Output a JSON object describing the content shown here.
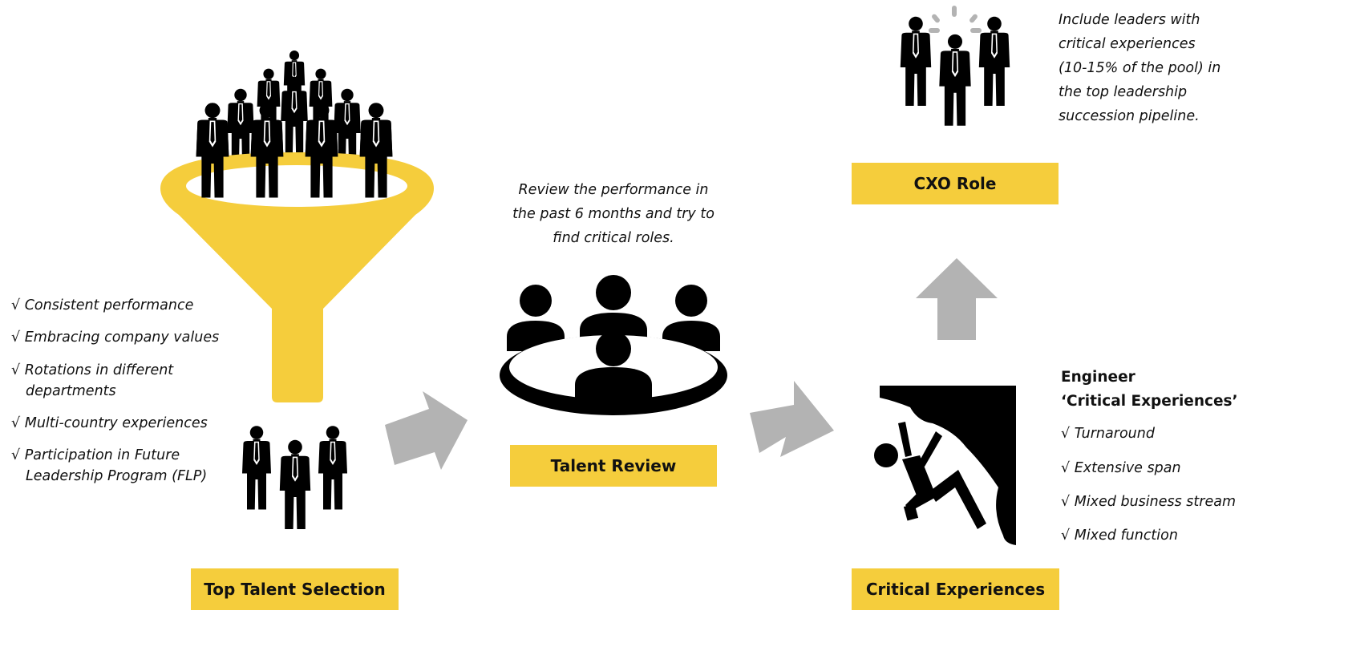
{
  "stages": {
    "top_talent": {
      "label": "Top Talent Selection"
    },
    "talent_review": {
      "label": "Talent Review",
      "note_lines": [
        "Review the performance in",
        "the past 6 months and try to",
        "find critical roles."
      ]
    },
    "critical_experiences": {
      "label": "Critical Experiences"
    },
    "cxo_role": {
      "label": "CXO Role",
      "note_lines": [
        "Include leaders with",
        "critical experiences",
        "(10-15% of the pool) in",
        "the top leadership",
        "succession pipeline."
      ]
    }
  },
  "selection_criteria": [
    "√ Consistent performance",
    "√ Embracing company values",
    "√ Rotations in different",
    "departments",
    "√ Multi-country experiences",
    "√ Participation in Future",
    "Leadership Program (FLP)"
  ],
  "engineer": {
    "heading_line1": "Engineer",
    "heading_line2": "‘Critical Experiences’",
    "items": [
      "√ Turnaround",
      "√ Extensive span",
      "√ Mixed business stream",
      "√ Mixed function"
    ]
  },
  "colors": {
    "accent": "#f5cd3c",
    "arrow": "#b3b3b3",
    "icon": "#000000"
  },
  "icons": [
    "funnel-icon",
    "crowd-icon",
    "business-team-icon",
    "meeting-table-icon",
    "rock-climber-icon",
    "up-arrow-icon",
    "right-arrow-icon"
  ]
}
